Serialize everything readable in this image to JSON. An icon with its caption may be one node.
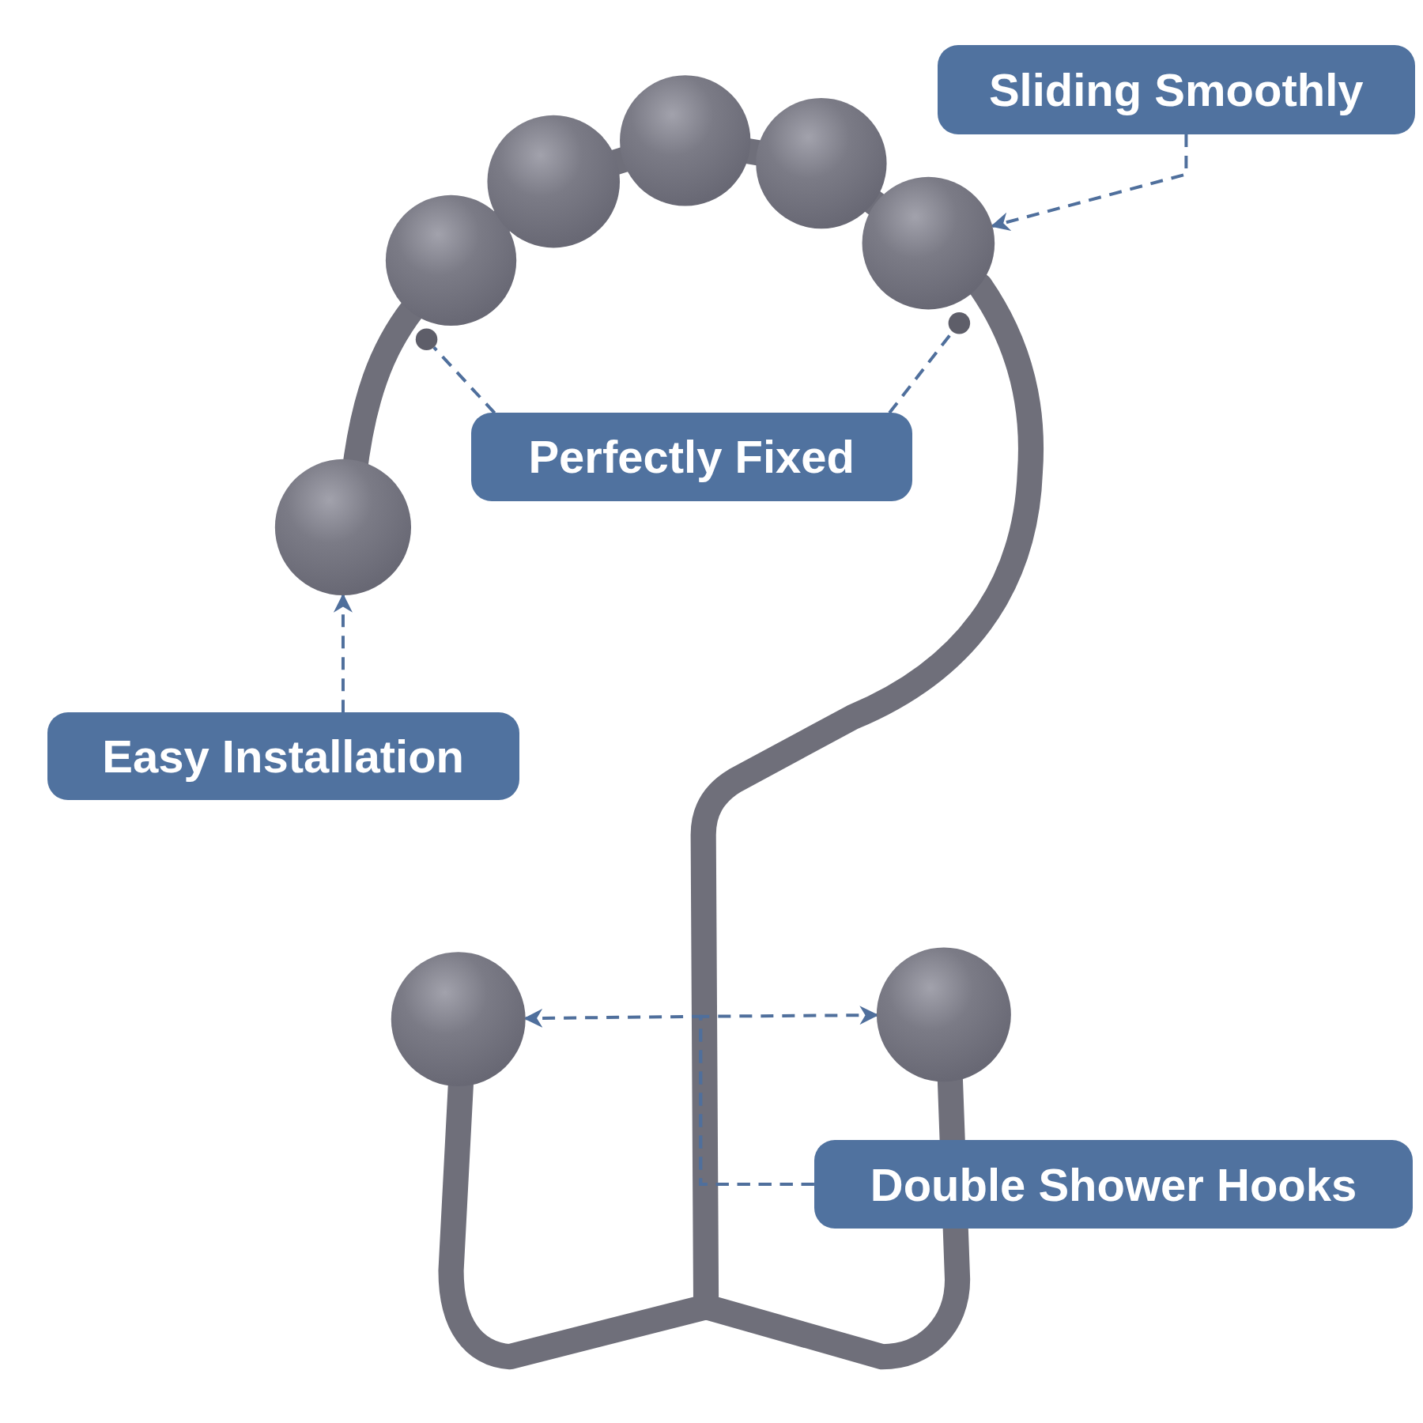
{
  "diagram": {
    "nodes": [
      {
        "text": [
          "Sliding Smoothly"
        ]
      },
      {
        "text": [
          "Perfectly Fixed"
        ]
      },
      {
        "text": [
          "Easy Installation"
        ]
      },
      {
        "text": [
          "Double Shower Hooks"
        ]
      },
      {
        "text": [],
        "shape": "circle"
      },
      {
        "text": [],
        "shape": "circle"
      },
      {
        "text": [],
        "shape": "circle"
      },
      {
        "text": [],
        "shape": "circle"
      },
      {
        "text": [],
        "shape": "circle"
      },
      {
        "text": [],
        "shape": "circle"
      }
    ],
    "edges": [
      {
        "from": 0,
        "to": 4,
        "arrow": "to",
        "style": "dashed"
      },
      {
        "from": 1,
        "to": 5,
        "arrow": "none",
        "style": "dashed"
      },
      {
        "from": 1,
        "to": 6,
        "arrow": "none",
        "style": "dashed"
      },
      {
        "from": 2,
        "to": 7,
        "arrow": "to",
        "style": "dashed"
      },
      {
        "from": 3,
        "to": 8,
        "arrow": "to",
        "style": "dashed"
      },
      {
        "from": 3,
        "to": 9,
        "arrow": "to",
        "style": "dashed"
      }
    ]
  }
}
